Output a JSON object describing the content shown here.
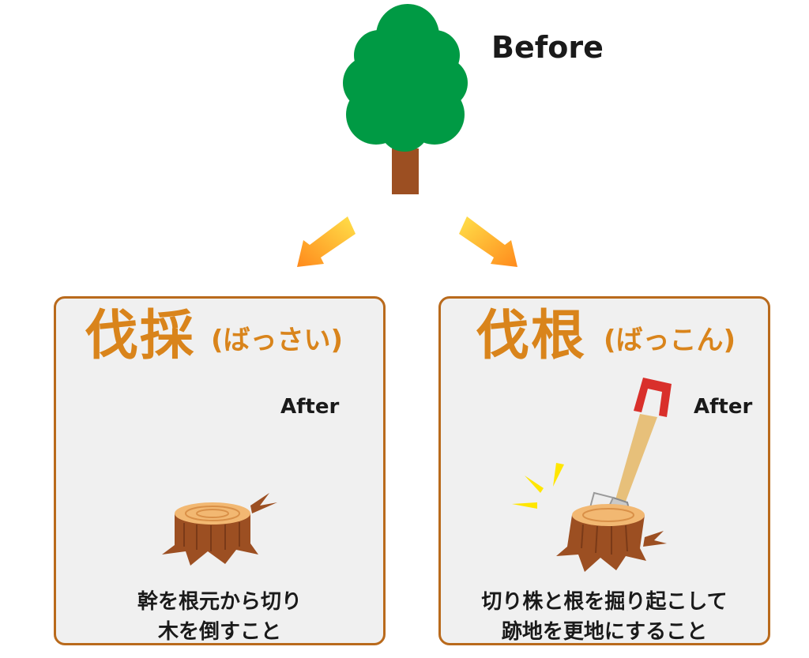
{
  "before_label": "Before",
  "panels": [
    {
      "title": "伐採",
      "reading": "(ばっさい)",
      "after_label": "After",
      "description": [
        "幹を根元から切り",
        "木を倒すこと"
      ]
    },
    {
      "title": "伐根",
      "reading": "(ばっこん)",
      "after_label": "After",
      "description": [
        "切り株と根を掘り起こして",
        "跡地を更地にすること"
      ]
    }
  ],
  "colors": {
    "tree_green": "#009a44",
    "trunk_brown": "#9c4f22",
    "title_orange": "#d9841b",
    "panel_border": "#b96a1c",
    "panel_bg": "#f0f0f0",
    "arrow_gradient": [
      "#ffe14a",
      "#ff8a1c"
    ],
    "shovel_handle": "#d9302b",
    "spark_yellow": "#ffe600"
  },
  "icons": [
    "tree-icon",
    "arrow-down-left-icon",
    "arrow-down-right-icon",
    "stump-icon",
    "shovel-icon",
    "impact-spark-icon"
  ]
}
